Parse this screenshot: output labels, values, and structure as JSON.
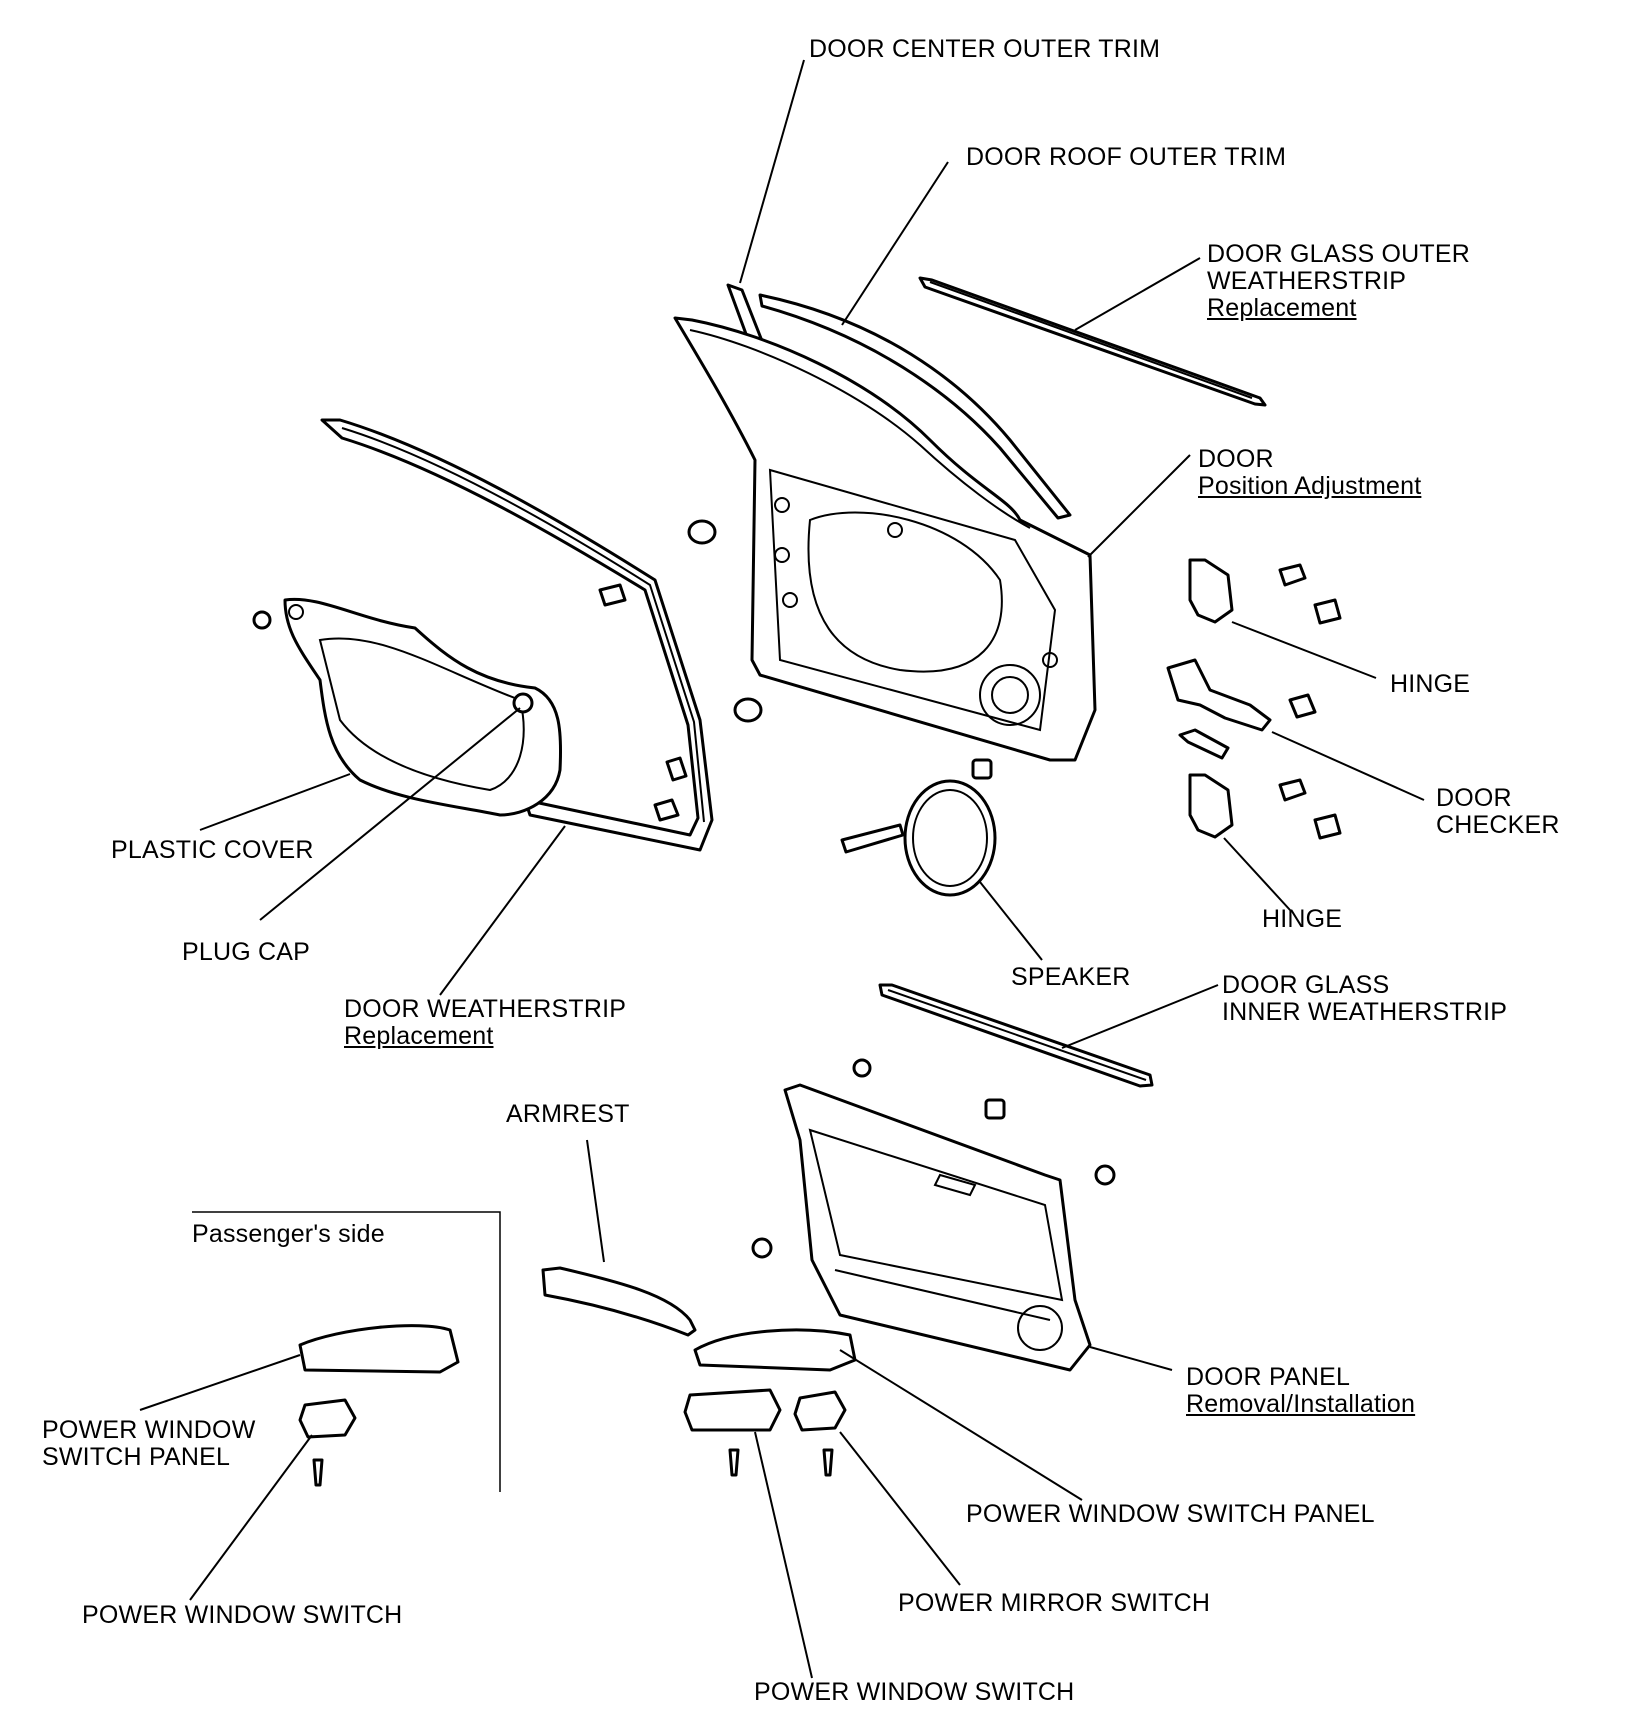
{
  "labels": {
    "door_center_outer_trim": "DOOR CENTER OUTER TRIM",
    "door_roof_outer_trim": "DOOR ROOF OUTER TRIM",
    "door_glass_outer_weatherstrip": [
      "DOOR GLASS OUTER",
      "WEATHERSTRIP"
    ],
    "door_glass_outer_weatherstrip_link": "Replacement",
    "door": "DOOR",
    "door_link": "Position Adjustment",
    "hinge_upper": "HINGE",
    "door_checker": [
      "DOOR",
      "CHECKER"
    ],
    "hinge_lower": "HINGE",
    "plastic_cover": "PLASTIC COVER",
    "plug_cap": "PLUG CAP",
    "door_weatherstrip": "DOOR WEATHERSTRIP",
    "door_weatherstrip_link": "Replacement",
    "speaker": "SPEAKER",
    "door_glass_inner_weatherstrip": [
      "DOOR GLASS",
      "INNER WEATHERSTRIP"
    ],
    "armrest": "ARMREST",
    "passengers_side": "Passenger's side",
    "power_window_switch_panel_left": [
      "POWER WINDOW",
      "SWITCH PANEL"
    ],
    "power_window_switch_left": "POWER WINDOW SWITCH",
    "door_panel": "DOOR PANEL",
    "door_panel_link": "Removal/Installation",
    "power_window_switch_panel_right": "POWER WINDOW SWITCH PANEL",
    "power_mirror_switch": "POWER MIRROR SWITCH",
    "power_window_switch_right": "POWER WINDOW SWITCH"
  }
}
